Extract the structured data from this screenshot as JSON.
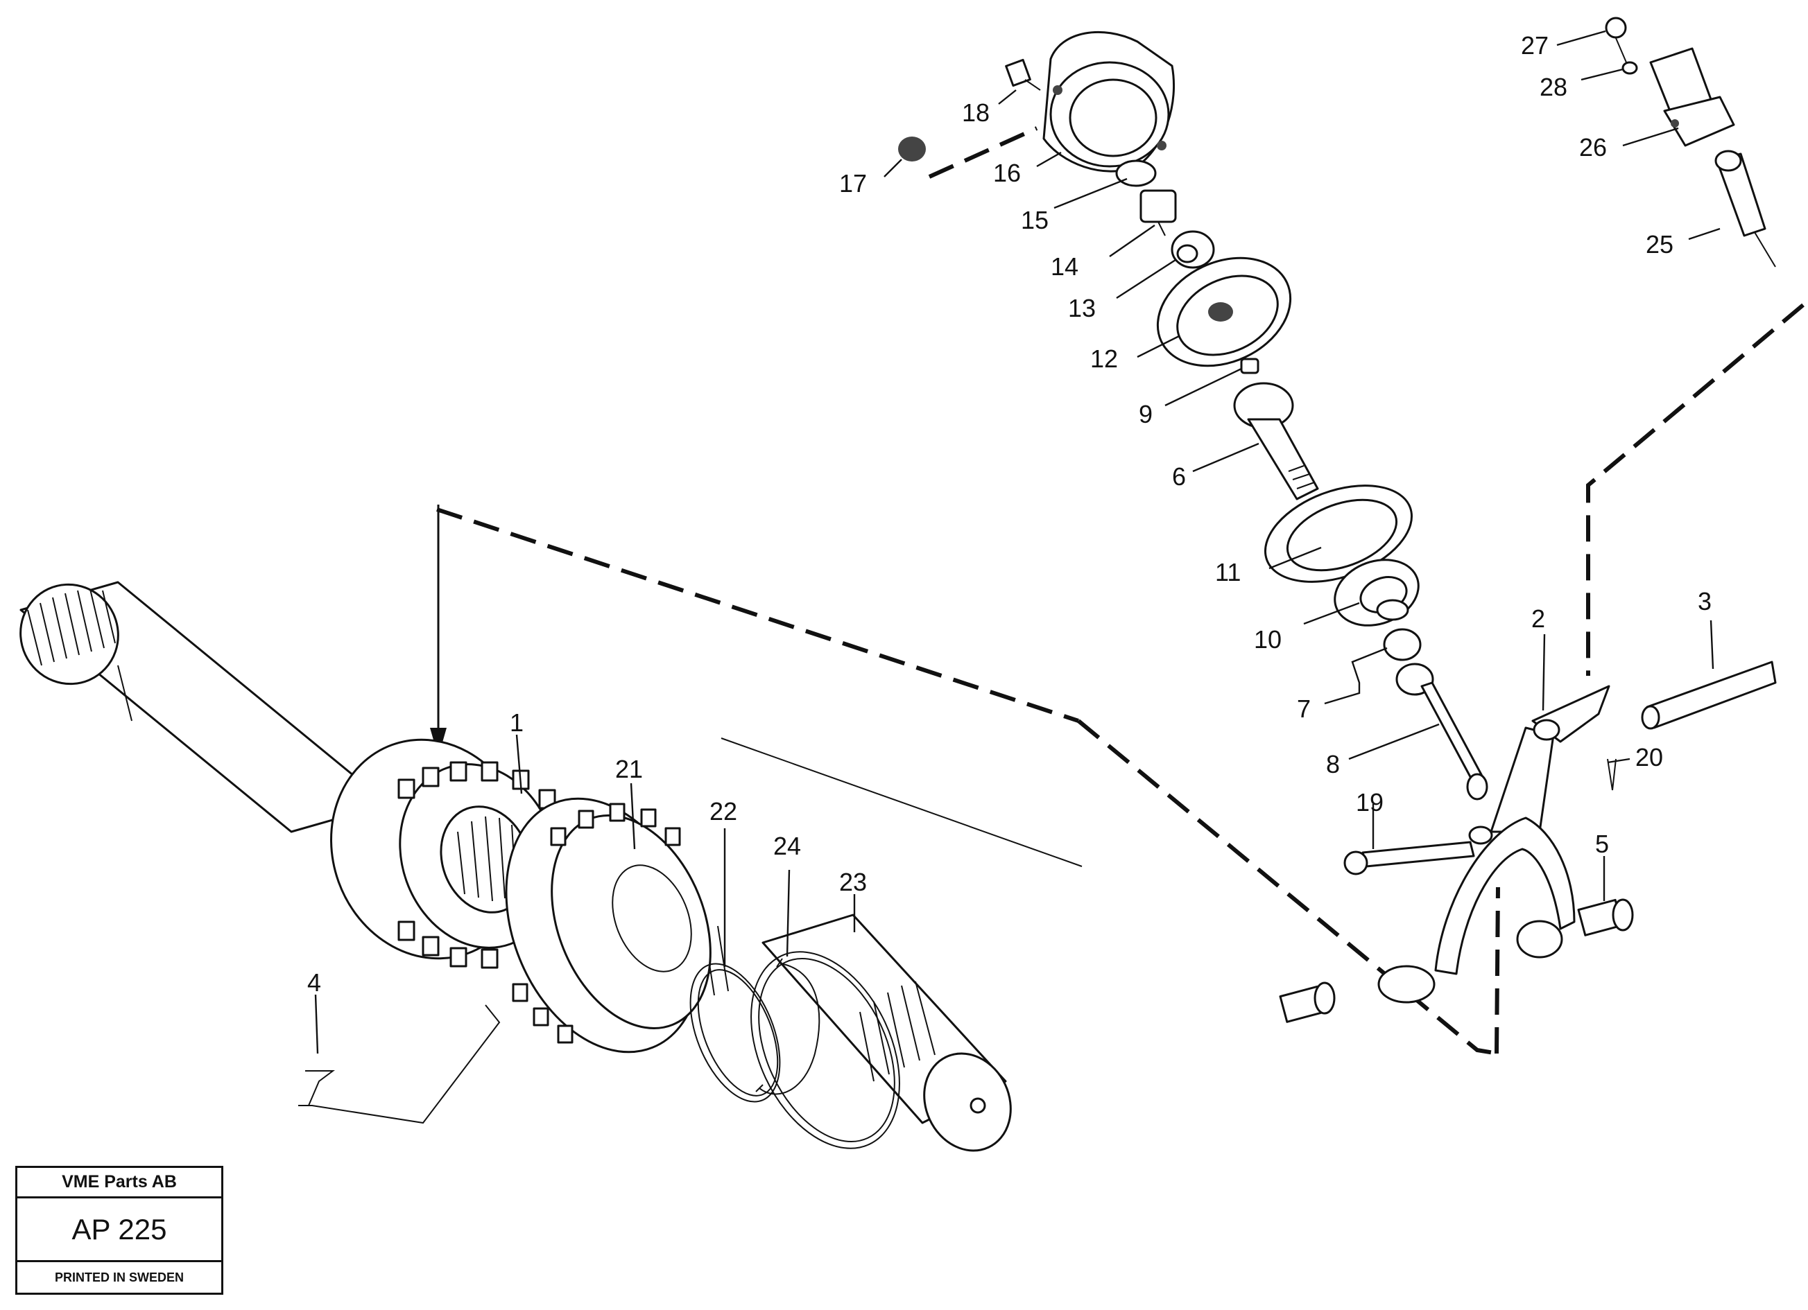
{
  "title_block": {
    "company": "VME Parts AB",
    "number": "AP 225",
    "printed": "PRINTED IN SWEDEN"
  },
  "callouts": [
    "1",
    "2",
    "3",
    "4",
    "5",
    "6",
    "7",
    "8",
    "9",
    "10",
    "11",
    "12",
    "13",
    "14",
    "15",
    "16",
    "17",
    "18",
    "19",
    "20",
    "21",
    "22",
    "23",
    "24",
    "25",
    "26",
    "27",
    "28"
  ]
}
